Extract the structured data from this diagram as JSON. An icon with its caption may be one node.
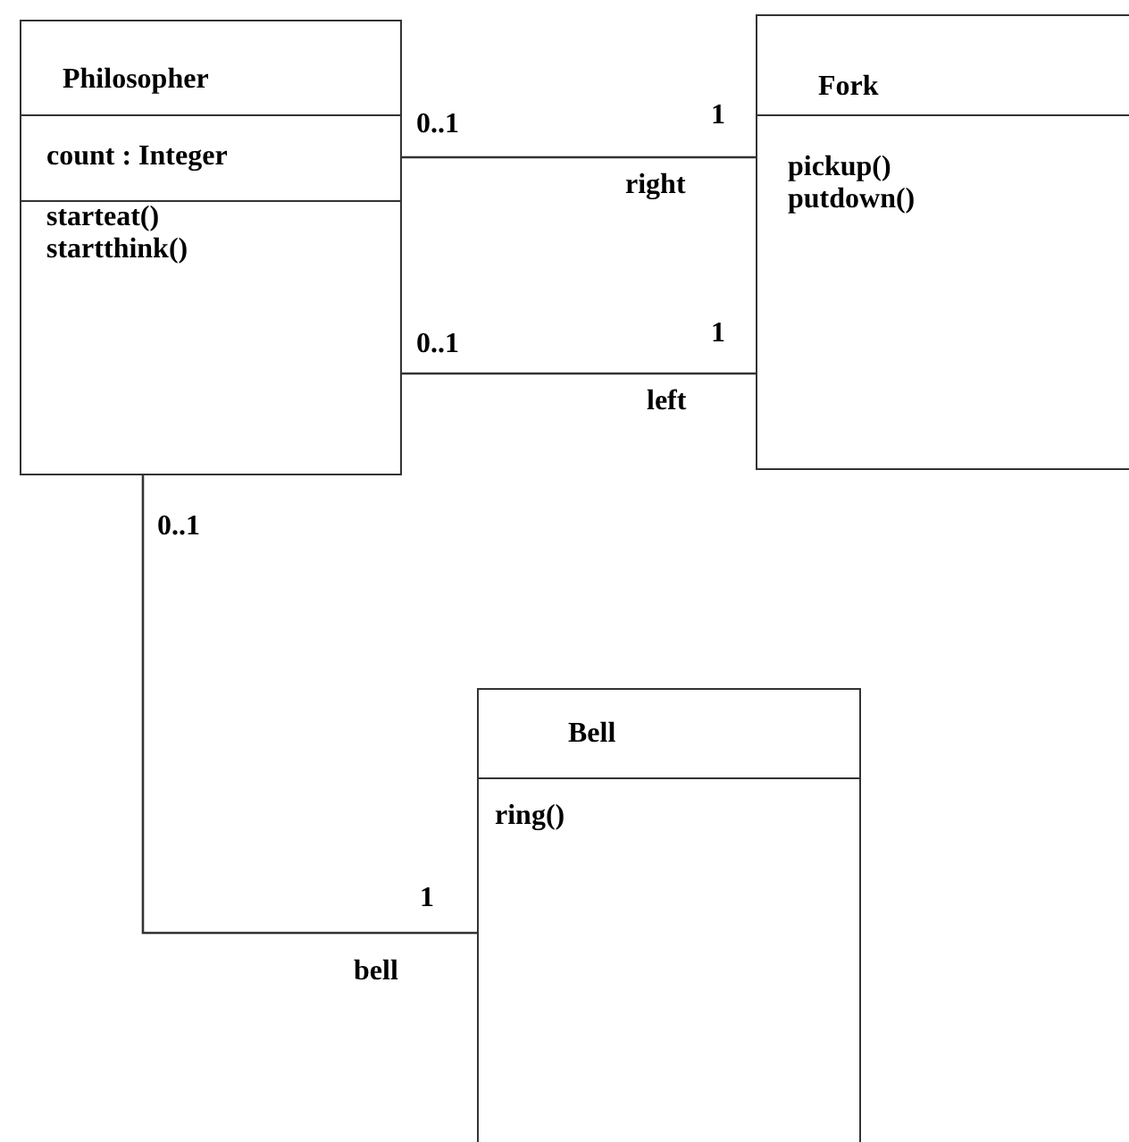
{
  "diagram": {
    "nodes": [
      {
        "text": [
          "Philosopher",
          "count : Integer",
          "starteat()",
          "startthink()"
        ]
      },
      {
        "text": [
          "Fork",
          "pickup()",
          "putdown()"
        ]
      },
      {
        "text": [
          "Bell",
          "ring()"
        ]
      }
    ],
    "edges": [
      {
        "from": 0,
        "to": 1,
        "arrow": "none",
        "label": "right"
      },
      {
        "from": 0,
        "to": 1,
        "arrow": "none",
        "label": "left"
      },
      {
        "from": 0,
        "to": 2,
        "arrow": "none",
        "label": "bell"
      }
    ],
    "labels": [
      "0..1",
      "1",
      "1",
      "0..1",
      "0..1",
      "1"
    ]
  }
}
